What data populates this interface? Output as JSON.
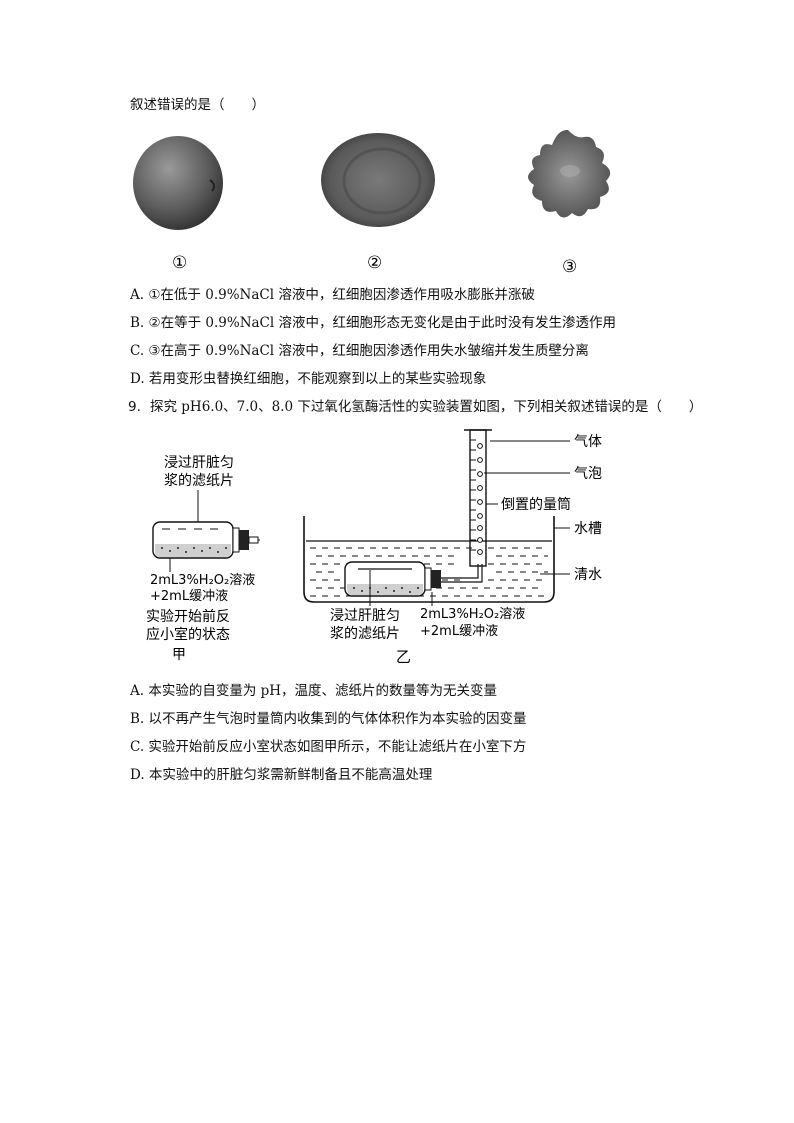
{
  "q8": {
    "stem_tail": "叙述错误的是（　　）",
    "cell_labels": [
      "①",
      "②",
      "③"
    ],
    "options": [
      "A. ①在低于 0.9%NaCl 溶液中，红细胞因渗透作用吸水膨胀并涨破",
      "B. ②在等于 0.9%NaCl 溶液中，红细胞形态无变化是由于此时没有发生渗透作用",
      "C. ③在高于 0.9%NaCl 溶液中，红细胞因渗透作用失水皱缩并发生质壁分离",
      "D. 若用变形虫替换红细胞，不能观察到以上的某些实验现象"
    ]
  },
  "q9": {
    "number": "9.",
    "stem": "探究 pH6.0、7.0、8.0 下过氧化氢酶活性的实验装置如图，下列相关叙述错误的是（　　）",
    "figure_jia": {
      "top_line1": "浸过肝脏匀",
      "top_line2": "浆的滤纸片",
      "bottom_line1": "2mL3%H₂O₂溶液",
      "bottom_line2": "+2mL缓冲液",
      "caption1": "实验开始前反",
      "caption2": "应小室的状态",
      "caption3": "甲"
    },
    "figure_yi": {
      "label_gas": "气体",
      "label_bubble": "气泡",
      "label_cylinder": "倒置的量筒",
      "label_tank": "水槽",
      "label_water": "清水",
      "bottom_left1": "浸过肝脏匀",
      "bottom_left2": "浆的滤纸片",
      "bottom_right1": "2mL3%H₂O₂溶液",
      "bottom_right2": "+2mL缓冲液",
      "caption": "乙"
    },
    "options": [
      "A. 本实验的自变量为 pH，温度、滤纸片的数量等为无关变量",
      "B. 以不再产生气泡时量筒内收集到的气体体积作为本实验的因变量",
      "C. 实验开始前反应小室状态如图甲所示，不能让滤纸片在小室下方",
      "D. 本实验中的肝脏匀浆需新鲜制备且不能高温处理"
    ]
  }
}
